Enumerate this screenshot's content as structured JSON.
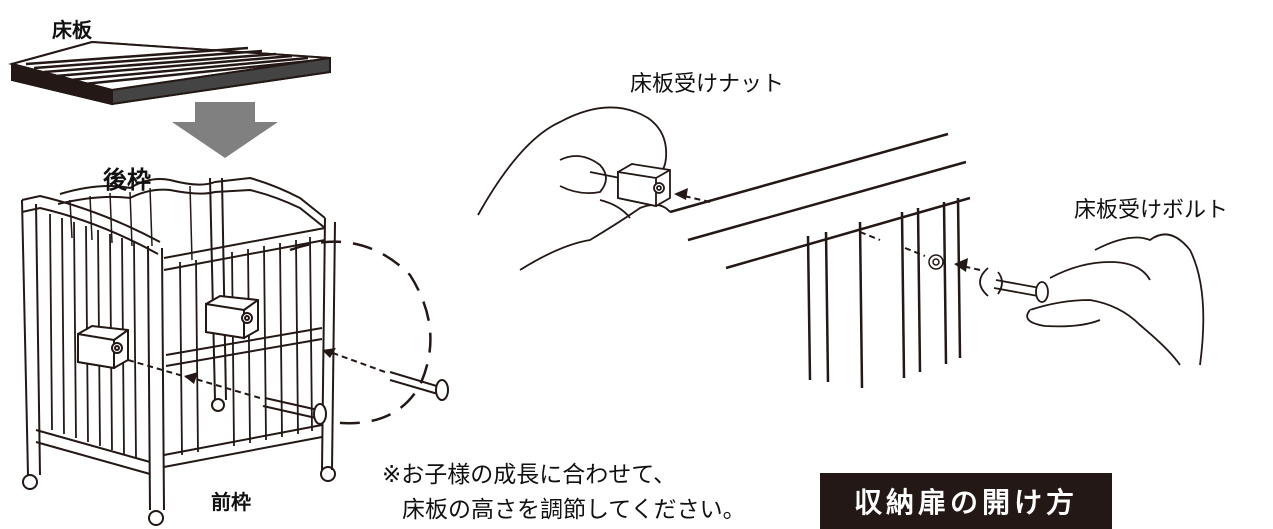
{
  "labels": {
    "floorboard": "床板",
    "back_frame": "後枠",
    "front_frame": "前枠",
    "floorboard_nut": "床板受けナット",
    "floorboard_bolt": "床板受けボルト"
  },
  "note": {
    "line1": "※お子様の成長に合わせて、",
    "line2": "床板の高さを調節してください。"
  },
  "section_heading": "収納扉の開け方",
  "colors": {
    "ink": "#231815",
    "arrow_gray": "#808080"
  }
}
